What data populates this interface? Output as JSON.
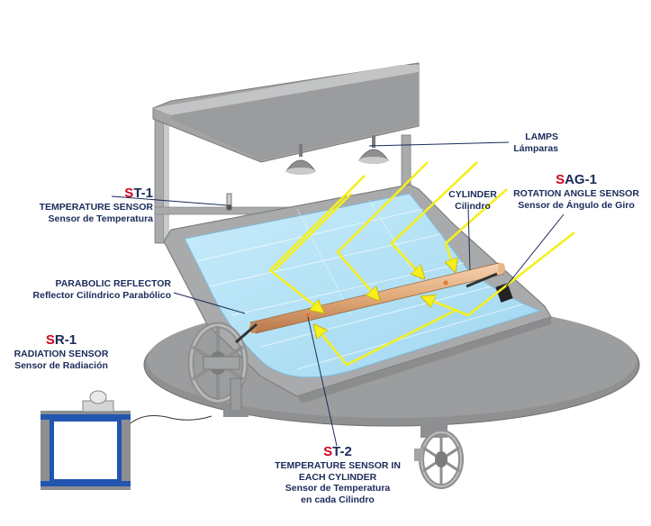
{
  "colors": {
    "label_text": "#1b2b5a",
    "code_accent": "#d0021b",
    "ray": "#f5ef1e",
    "reflector_panel": "#aee0f6",
    "frame_gray": "#9a9b9c",
    "base_gray": "#8f9091",
    "tube": "#e0a878",
    "stand_blue": "#2255b0"
  },
  "labels": {
    "lamps": {
      "en": "LAMPS",
      "es": "Lámparas"
    },
    "st1": {
      "code_red": "S",
      "code_rest": "T-1",
      "en": "TEMPERATURE SENSOR",
      "es": "Sensor de Temperatura"
    },
    "cylinder": {
      "en": "CYLINDER",
      "es": "Cilindro"
    },
    "sag1": {
      "code_red": "S",
      "code_rest": "AG-1",
      "en": "ROTATION ANGLE SENSOR",
      "es": "Sensor de Ángulo de Giro"
    },
    "reflector": {
      "en": "PARABOLIC REFLECTOR",
      "es": "Reflector Cilíndrico Parabólico"
    },
    "sr1": {
      "code_red": "S",
      "code_rest": "R-1",
      "en": "RADIATION SENSOR",
      "es": "Sensor de Radiación"
    },
    "st2": {
      "code_red": "S",
      "code_rest": "T-2",
      "en_line1": "TEMPERATURE SENSOR IN",
      "en_line2": "EACH CYLINDER",
      "es_line1": "Sensor de Temperatura",
      "es_line2": "en cada Cilindro"
    }
  }
}
